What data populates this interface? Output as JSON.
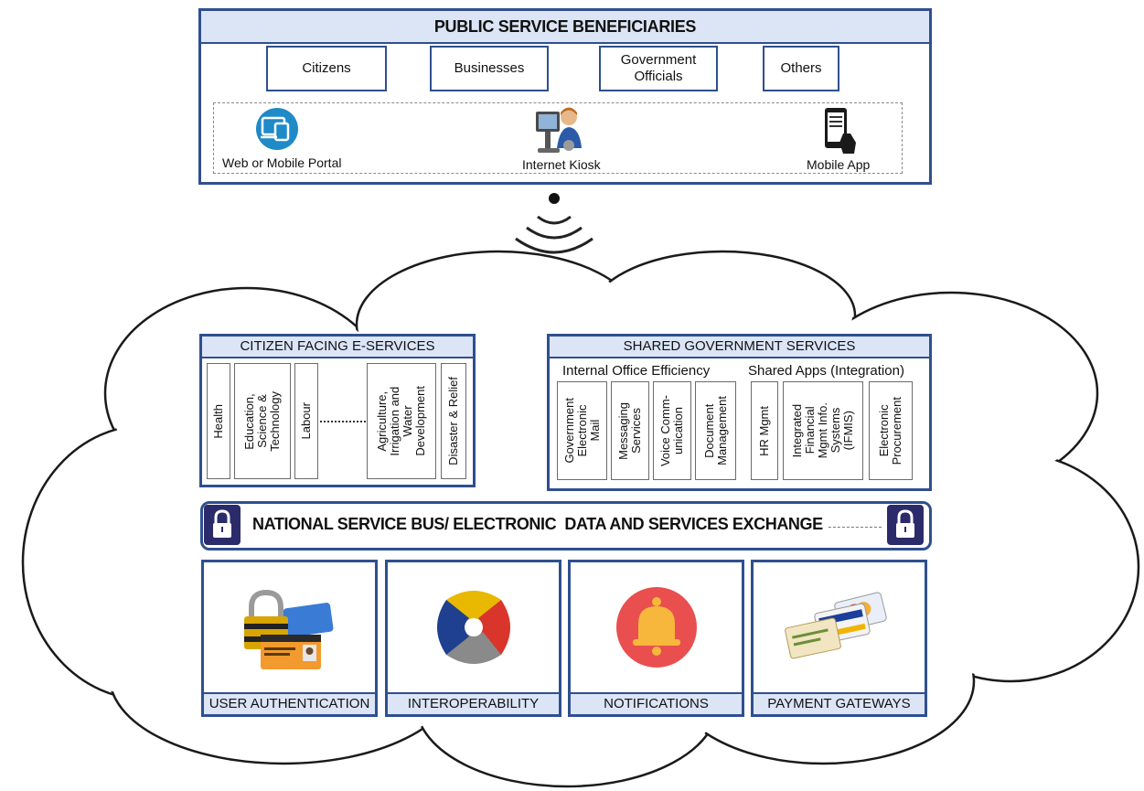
{
  "beneficiaries": {
    "title": "PUBLIC SERVICE BENEFICIARIES",
    "items": [
      "Citizens",
      "Businesses",
      "Government Officials",
      "Others"
    ],
    "channels": [
      "Web or Mobile Portal",
      "Internet Kiosk",
      "Mobile App"
    ]
  },
  "citizen_services": {
    "title": "CITIZEN FACING E-SERVICES",
    "items": [
      "Health",
      "Education,\nScience &\nTechnology",
      "Labour",
      "Agriculture,\nIrrigation and\nWater\nDevelopment",
      "Disaster & Relief"
    ]
  },
  "shared_services": {
    "title": "SHARED GOVERNMENT SERVICES",
    "group1": "Internal Office Efficiency",
    "group2": "Shared Apps (Integration)",
    "items1": [
      "Government\nElectronic\nMail",
      "Messaging\nServices",
      "Voice Comm-\nunication",
      "Document\nManagement"
    ],
    "items2": [
      "HR Mgmt",
      "Integrated\nFinancial\nMgmt Info.\nSystems\n(IFMIS)",
      "Electronic\nProcurement"
    ]
  },
  "bus": {
    "title": "NATIONAL SERVICE BUS/ ELECTRONIC  DATA AND SERVICES EXCHANGE"
  },
  "core_services": [
    "USER AUTHENTICATION",
    "INTEROPERABILITY",
    "NOTIFICATIONS",
    "PAYMENT GATEWAYS"
  ],
  "icons": [
    "portal-icon",
    "kiosk-icon",
    "mobile-app-icon",
    "wireless-icon",
    "lock-icon",
    "id-card-icon",
    "interop-icon",
    "bell-icon",
    "credit-cards-icon"
  ],
  "colors": {
    "border": "#2f4f8f",
    "header_fill": "#dbe5f6",
    "lock_fill": "#2b2b6b",
    "bell_red": "#e94f4f",
    "bell_yellow": "#f6b73c"
  }
}
